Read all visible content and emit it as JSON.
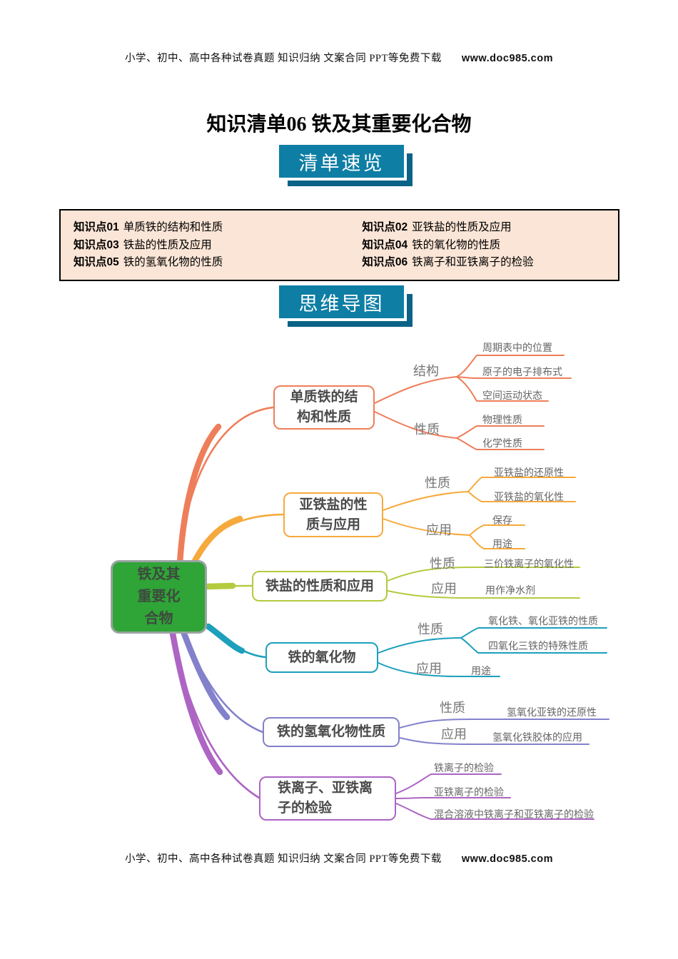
{
  "header": {
    "text": "小学、初中、高中各种试卷真题  知识归纳  文案合同  PPT等免费下载",
    "site": "www.doc985.com"
  },
  "footer": {
    "text": "小学、初中、高中各种试卷真题  知识归纳  文案合同  PPT等免费下载",
    "site": "www.doc985.com"
  },
  "title": "知识清单06 铁及其重要化合物",
  "banners": {
    "overview": "清单速览",
    "mindmap": "思维导图"
  },
  "knowledge_points": {
    "items": [
      {
        "label": "知识点01",
        "text": "单质铁的结构和性质"
      },
      {
        "label": "知识点02",
        "text": "亚铁盐的性质及应用"
      },
      {
        "label": "知识点03",
        "text": "铁盐的性质及应用"
      },
      {
        "label": "知识点04",
        "text": "铁的氧化物的性质"
      },
      {
        "label": "知识点05",
        "text": "铁的氢氧化物的性质"
      },
      {
        "label": "知识点06",
        "text": "铁离子和亚铁离子的检验"
      }
    ]
  },
  "mindmap": {
    "root": {
      "label": "铁及其重要化合物",
      "fill_color": "#2FA437"
    },
    "branches": [
      {
        "label": "单质铁的结构和性质",
        "color": "#EE7E5A",
        "groups": [
          {
            "label": "结构",
            "leaves": [
              "周期表中的位置",
              "原子的电子排布式",
              "空间运动状态"
            ]
          },
          {
            "label": "性质",
            "leaves": [
              "物理性质",
              "化学性质"
            ]
          }
        ]
      },
      {
        "label": "亚铁盐的性质与应用",
        "color": "#F6A93C",
        "groups": [
          {
            "label": "性质",
            "leaves": [
              "亚铁盐的还原性",
              "亚铁盐的氧化性"
            ]
          },
          {
            "label": "应用",
            "leaves": [
              "保存",
              "用途"
            ]
          }
        ]
      },
      {
        "label": "铁盐的性质和应用",
        "color": "#B4CB3E",
        "groups": [
          {
            "label": "性质",
            "leaves": [
              "三价铁离子的氧化性"
            ]
          },
          {
            "label": "应用",
            "leaves": [
              "用作净水剂"
            ]
          }
        ]
      },
      {
        "label": "铁的氧化物",
        "color": "#1CA0BC",
        "groups": [
          {
            "label": "性质",
            "leaves": [
              "氧化铁、氧化亚铁的性质",
              "四氧化三铁的特殊性质"
            ]
          },
          {
            "label": "应用",
            "leaves": [
              "用途"
            ]
          }
        ]
      },
      {
        "label": "铁的氢氧化物性质",
        "color": "#8381CB",
        "groups": [
          {
            "label": "性质",
            "leaves": [
              "氢氧化亚铁的还原性"
            ]
          },
          {
            "label": "应用",
            "leaves": [
              "氢氧化铁胶体的应用"
            ]
          }
        ]
      },
      {
        "label": "铁离子、亚铁离子的检验",
        "color": "#AD65C4",
        "groups": [
          {
            "label": "",
            "leaves": [
              "铁离子的检验",
              "亚铁离子的检验",
              "混合溶液中铁离子和亚铁离子的检验"
            ]
          }
        ]
      }
    ]
  }
}
